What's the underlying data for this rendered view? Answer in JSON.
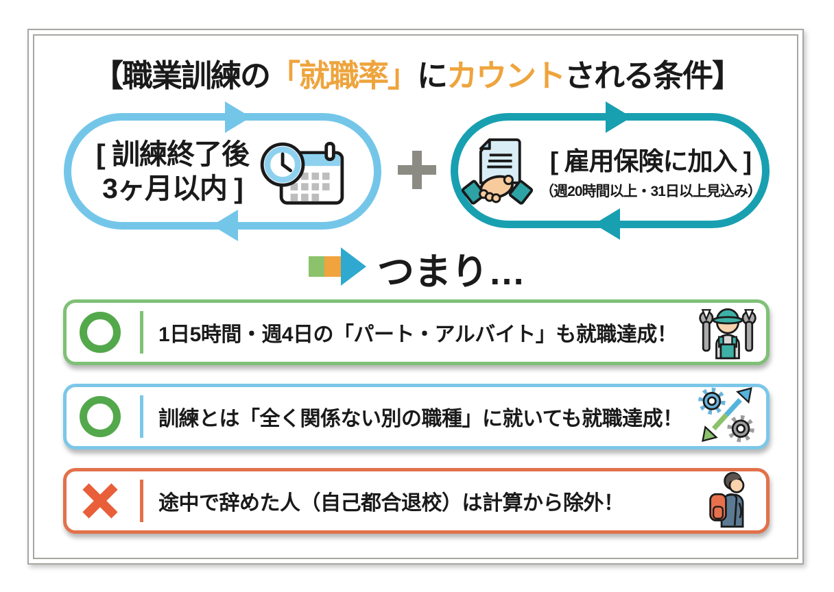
{
  "title": {
    "parts": [
      {
        "text": "【職業訓練の"
      },
      {
        "text": "「就職率」",
        "highlight": true
      },
      {
        "text": "に"
      },
      {
        "text": "カウント",
        "highlight": true
      },
      {
        "text": "される条件】"
      }
    ]
  },
  "flow": {
    "left_loop": {
      "line1": "[ 訓練終了後",
      "line2": "3ヶ月以内 ]",
      "icon": "clock-calendar-icon"
    },
    "plus_icon": "plus-icon",
    "right_loop": {
      "main": "[ 雇用保険に加入 ]",
      "sub": "（週20時間以上・31日以上見込み）",
      "icon": "handshake-document-icon"
    },
    "conclusion": "つまり…"
  },
  "items": [
    {
      "mark": "circle",
      "text": "1日5時間・週4日の「パート・アルバイト」も就職達成！",
      "icon": "mechanic-icon"
    },
    {
      "mark": "circle",
      "text": "訓練とは「全く関係ない別の職種」に就いても就職達成！",
      "icon": "gears-career-change-icon"
    },
    {
      "mark": "cross",
      "text": "途中で辞めた人（自己都合退校）は計算から除外！",
      "icon": "student-leaving-icon"
    }
  ],
  "colors": {
    "light_blue": "#74c6e9",
    "teal": "#18a0b1",
    "green_border": "#7fc076",
    "circle_green": "#53a84b",
    "blue_border": "#7cc7e8",
    "orange_border": "#e2714b",
    "cross_orange": "#e85f3a",
    "title_orange": "#eea43d",
    "plus_gray": "#8b8b83"
  }
}
